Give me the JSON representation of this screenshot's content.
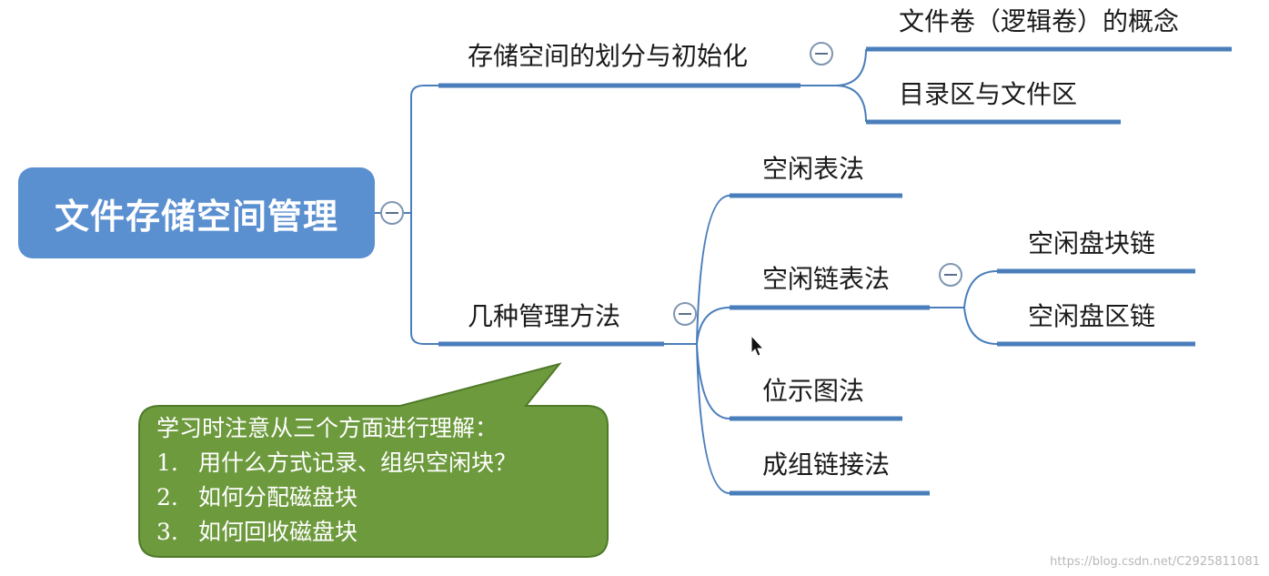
{
  "root": {
    "label": "文件存储空间管理"
  },
  "branches": [
    {
      "label": "存储空间的划分与初始化",
      "children": [
        {
          "label": "文件卷（逻辑卷）的概念"
        },
        {
          "label": "目录区与文件区"
        }
      ]
    },
    {
      "label": "几种管理方法",
      "children": [
        {
          "label": "空闲表法"
        },
        {
          "label": "空闲链表法",
          "children": [
            {
              "label": "空闲盘块链"
            },
            {
              "label": "空闲盘区链"
            }
          ]
        },
        {
          "label": "位示图法"
        },
        {
          "label": "成组链接法"
        }
      ]
    }
  ],
  "callout": {
    "heading": "学习时注意从三个方面进行理解：",
    "items": [
      {
        "num": "1.",
        "text": "用什么方式记录、组织空闲块？"
      },
      {
        "num": "2.",
        "text": "如何分配磁盘块"
      },
      {
        "num": "3.",
        "text": "如何回收磁盘块"
      }
    ]
  },
  "watermark": "https://blog.csdn.net/C2925811081",
  "colors": {
    "root_fill": "#5a8fd0",
    "line": "#4a7ebb",
    "callout_fill": "#6e9a3e",
    "callout_border": "#4f7a28"
  }
}
